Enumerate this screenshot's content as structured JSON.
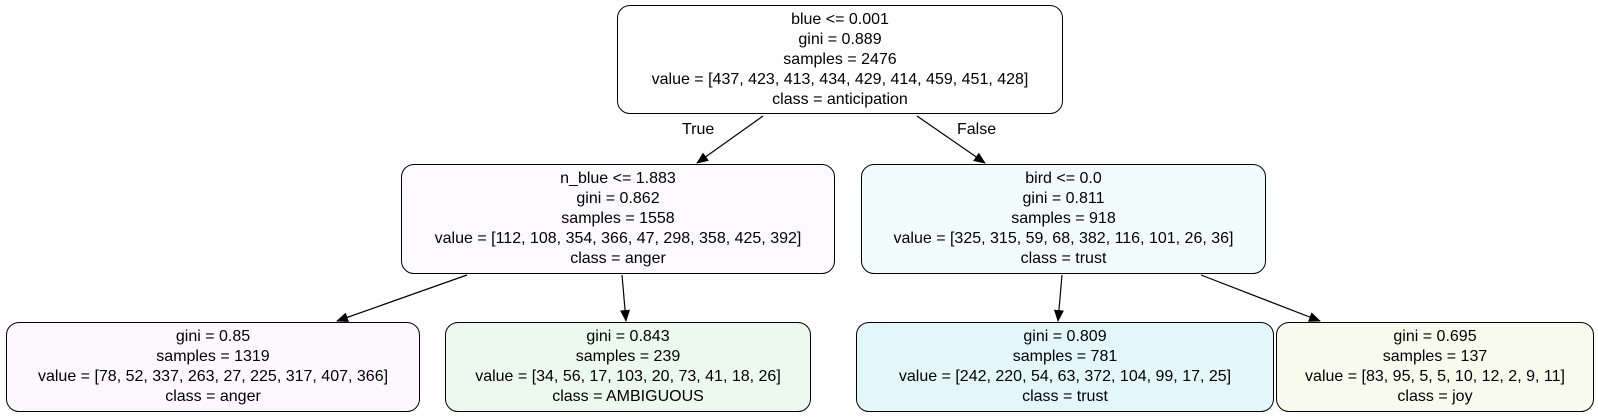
{
  "colors": {
    "edge": "#000000",
    "root": "#fefefe",
    "anger_light": "#fcfaff",
    "trust_light": "#f3fcfd",
    "anger_leaf": "#fdf8fd",
    "ambiguous_leaf": "#ecf9ef",
    "trust_leaf": "#e3f7fb",
    "joy_leaf": "#f9faee"
  },
  "edges": {
    "true_label": "True",
    "false_label": "False"
  },
  "nodes": {
    "root": {
      "split": "blue <= 0.001",
      "gini": "gini = 0.889",
      "samples": "samples = 2476",
      "value": "value = [437, 423, 413, 434, 429, 414, 459, 451, 428]",
      "class": "class = anticipation"
    },
    "left": {
      "split": "n_blue <= 1.883",
      "gini": "gini = 0.862",
      "samples": "samples = 1558",
      "value": "value = [112, 108, 354, 366, 47, 298, 358, 425, 392]",
      "class": "class = anger"
    },
    "right": {
      "split": "bird <= 0.0",
      "gini": "gini = 0.811",
      "samples": "samples = 918",
      "value": "value = [325, 315, 59, 68, 382, 116, 101, 26, 36]",
      "class": "class = trust"
    },
    "leaf_ll": {
      "gini": "gini = 0.85",
      "samples": "samples = 1319",
      "value": "value = [78, 52, 337, 263, 27, 225, 317, 407, 366]",
      "class": "class = anger"
    },
    "leaf_lr": {
      "gini": "gini = 0.843",
      "samples": "samples = 239",
      "value": "value = [34, 56, 17, 103, 20, 73, 41, 18, 26]",
      "class": "class = AMBIGUOUS"
    },
    "leaf_rl": {
      "gini": "gini = 0.809",
      "samples": "samples = 781",
      "value": "value = [242, 220, 54, 63, 372, 104, 99, 17, 25]",
      "class": "class = trust"
    },
    "leaf_rr": {
      "gini": "gini = 0.695",
      "samples": "samples = 137",
      "value": "value = [83, 95, 5, 5, 10, 12, 2, 9, 11]",
      "class": "class = joy"
    }
  }
}
